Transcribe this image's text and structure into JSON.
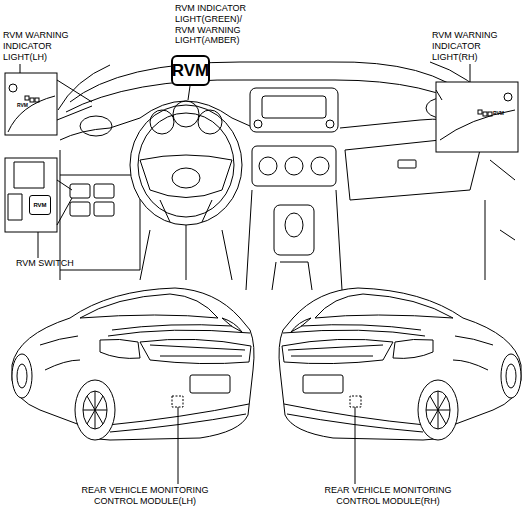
{
  "diagram": {
    "nodes": [
      {
        "text": [
          "RVM"
        ]
      },
      {
        "text": [
          "RVM"
        ]
      }
    ],
    "labels": [
      "RVM WARNING INDICATOR LIGHT(LH)",
      "RVM INDICATOR LIGHT(GREEN)/ RVM WARNING LIGHT(AMBER)",
      "RVM WARNING INDICATOR LIGHT(RH)",
      "RVM",
      "RVM",
      "RVM SWITCH",
      "REAR VEHICLE MONITORING CONTROL MODULE(LH)",
      "REAR VEHICLE MONITORING CONTROL MODULE(RH)"
    ]
  }
}
